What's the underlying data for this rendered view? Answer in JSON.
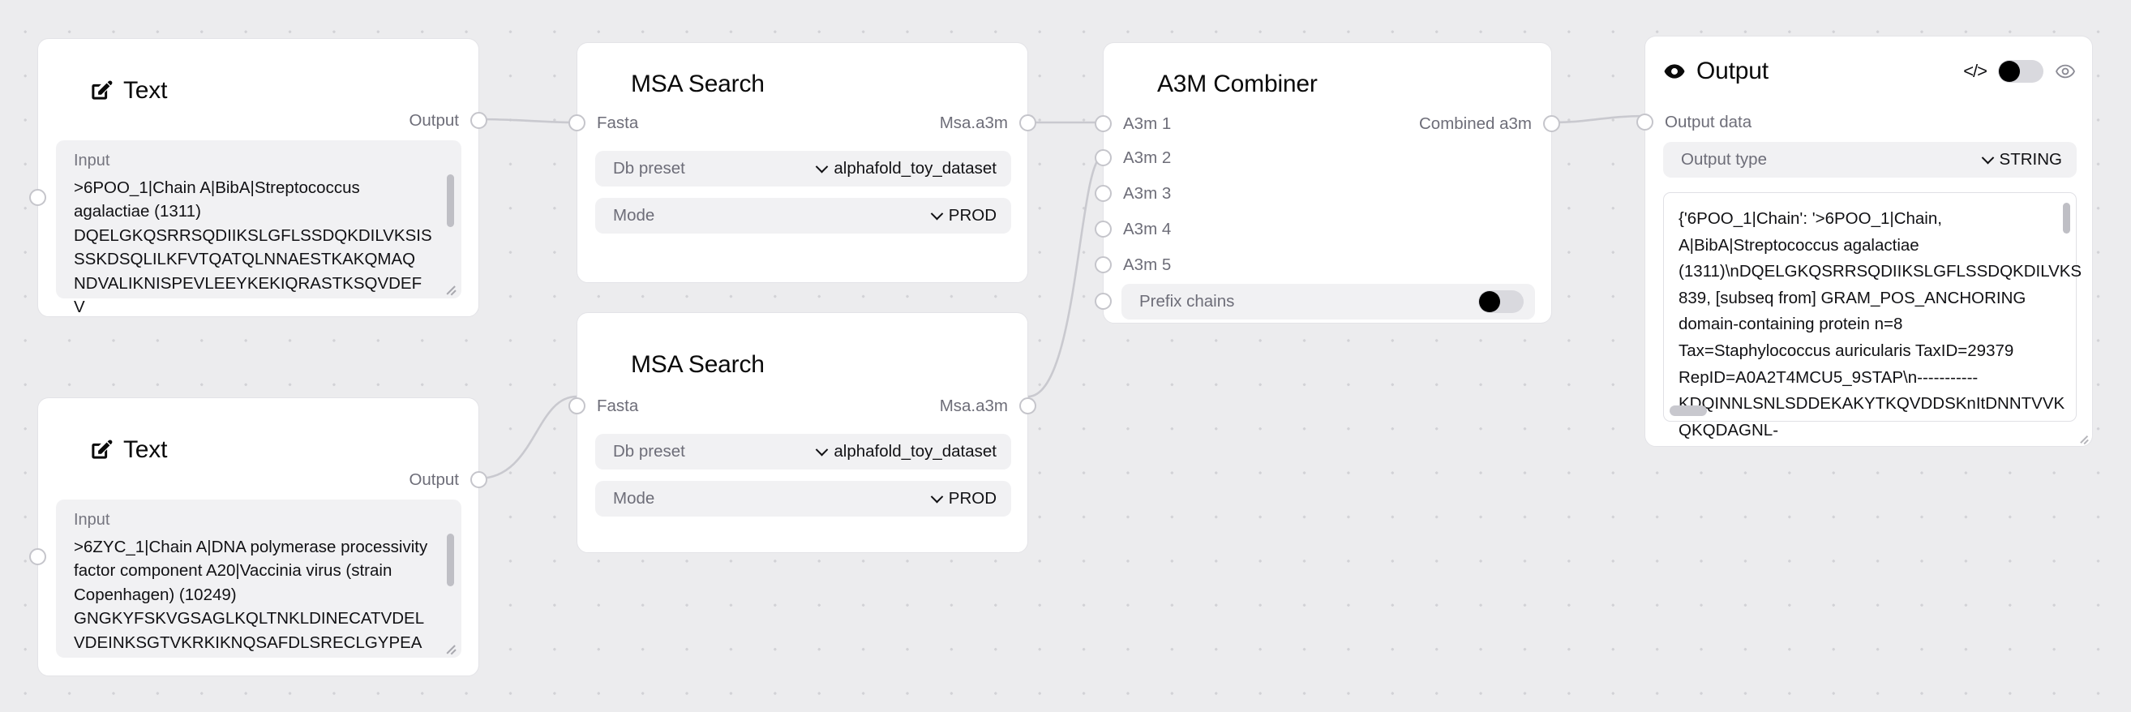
{
  "canvas": {
    "background_color": "#ececee",
    "dot_color": "#d2d2d6",
    "edge_color": "#c9c9cf"
  },
  "nodes": {
    "text_1": {
      "title": "Text",
      "icon": "edit-square-icon",
      "output_port_label": "Output",
      "input_label": "Input",
      "value": ">6POO_1|Chain A|BibA|Streptococcus agalactiae (1311)\nDQELGKQSRRSQDIIKSLGFLSSDQKDILVKSIS\nSSKDSQLILKFVTQATQLNNAESTKAKQMAQ\nNDVALIKNISPEVLEEYKEKIQRASTKSQVDEFV"
    },
    "text_2": {
      "title": "Text",
      "icon": "edit-square-icon",
      "output_port_label": "Output",
      "input_label": "Input",
      "value": ">6ZYC_1|Chain A|DNA polymerase processivity factor component A20|Vaccinia virus (strain Copenhagen) (10249)\nGNGKYFSKVGSAGLKQLTNKLDINECATVDEL\nVDEINKSGTVKRKIKNQSAFDLSRECLGYPEA"
    },
    "msa_search_1": {
      "title": "MSA Search",
      "input_port_label": "Fasta",
      "output_port_label": "Msa.a3m",
      "params": [
        {
          "key": "Db preset",
          "value": "alphafold_toy_dataset"
        },
        {
          "key": "Mode",
          "value": "PROD"
        }
      ]
    },
    "msa_search_2": {
      "title": "MSA Search",
      "input_port_label": "Fasta",
      "output_port_label": "Msa.a3m",
      "params": [
        {
          "key": "Db preset",
          "value": "alphafold_toy_dataset"
        },
        {
          "key": "Mode",
          "value": "PROD"
        }
      ]
    },
    "a3m_combiner": {
      "title": "A3M Combiner",
      "inputs": [
        "A3m 1",
        "A3m 2",
        "A3m 3",
        "A3m 4",
        "A3m 5"
      ],
      "output_port_label": "Combined a3m",
      "toggle": {
        "label": "Prefix chains",
        "on": false
      }
    },
    "output": {
      "title": "Output",
      "icon": "eye-filled-icon",
      "code_icon": "code-brackets-icon",
      "toggle_on": false,
      "preview_icon": "eye-outline-icon",
      "input_port_label": "Output data",
      "param": {
        "key": "Output type",
        "value": "STRING"
      },
      "viewer_text": "{'6POO_1|Chain': '>6POO_1|Chain,\nA|BibA|Streptococcus agalactiae\n(1311)\\nDQELGKQSRRSQDIIKSLGFLSSDQKDILVKS\n839, [subseq from] GRAM_POS_ANCHORING\ndomain-containing protein n=8\nTax=Staphylococcus auricularis TaxID=29379\nRepID=A0A2T4MCU5_9STAP\\n-----------\nKDQINNLSNLSDDEKAKYTKQVDDSKnItDNNTVVK\nQKQDAGNL-"
    }
  }
}
